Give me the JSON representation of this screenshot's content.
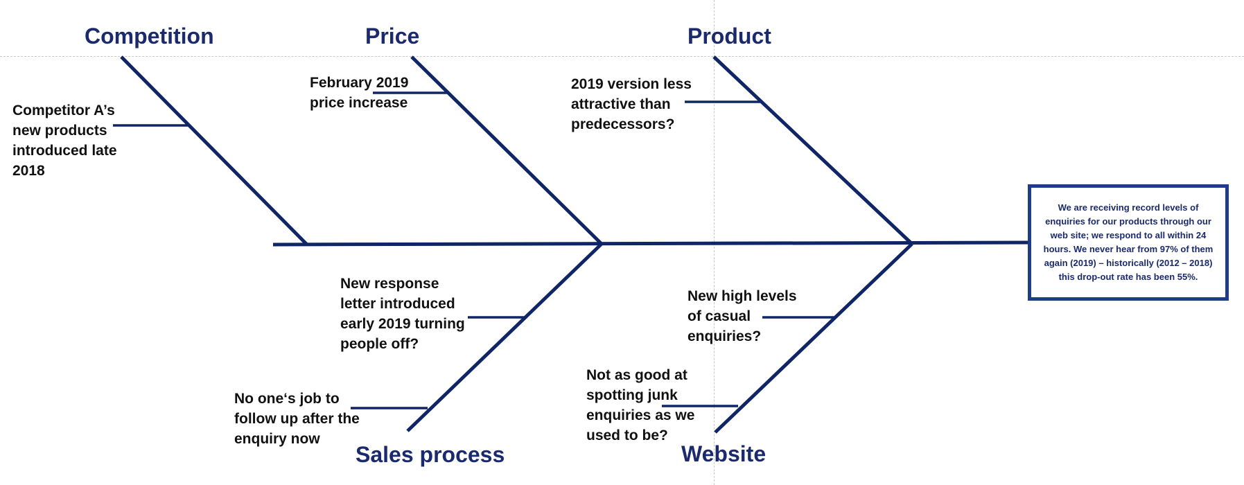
{
  "diagram": {
    "type": "fishbone",
    "line_color": "#0f2566",
    "text_color": "#1a2a6c",
    "categories": {
      "competition": "Competition",
      "price": "Price",
      "product": "Product",
      "sales_process": "Sales process",
      "website": "Website"
    },
    "causes": {
      "competition_1": "Competitor A’s\nnew products\nintroduced late\n2018",
      "price_1": "February 2019\nprice increase",
      "product_1": "2019 version less\nattractive than\npredecessors?",
      "sales_1": "New response\nletter introduced\nearly 2019 turning\npeople off?",
      "sales_2": "No one‘s job to\nfollow up after the\nenquiry now",
      "website_1": "New high levels\nof casual\nenquiries?",
      "website_2": "Not as good at\nspotting junk\nenquiries as we\nused to be?"
    },
    "effect": "We are receiving record levels of enquiries for our products through our web site; we respond to all within 24 hours. We never hear from 97% of them again (2019) – historically (2012 – 2018) this drop-out rate has been 55%."
  }
}
